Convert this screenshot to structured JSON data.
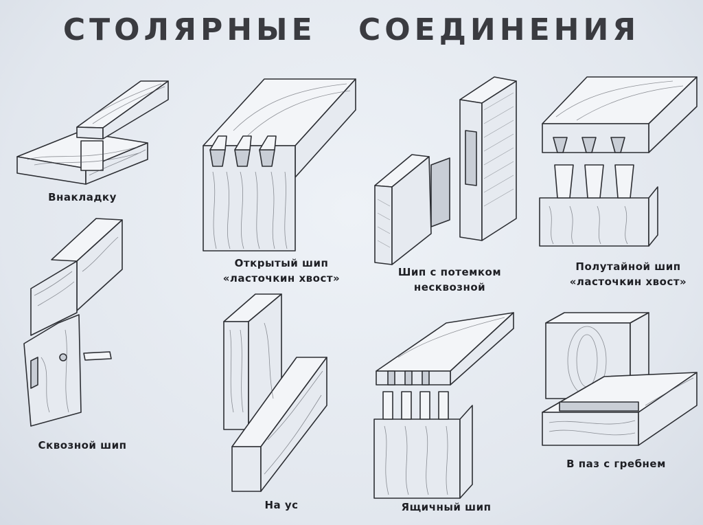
{
  "title": "СТОЛЯРНЫЕ   СОЕДИНЕНИЯ",
  "joints": [
    {
      "id": "overlap",
      "lines": [
        "Внакладку"
      ]
    },
    {
      "id": "open-dovetail",
      "lines": [
        "Открытый шип",
        "«ласточкин хвост»"
      ]
    },
    {
      "id": "blind-tenon",
      "lines": [
        "Шип с потемком",
        "несквозной"
      ]
    },
    {
      "id": "half-blind-dovetail",
      "lines": [
        "Полутайной шип",
        "«ласточкин хвост»"
      ]
    },
    {
      "id": "through-tenon",
      "lines": [
        "Сквозной шип"
      ]
    },
    {
      "id": "miter",
      "lines": [
        "На ус"
      ]
    },
    {
      "id": "box-joint",
      "lines": [
        "Ящичный шип"
      ]
    },
    {
      "id": "tongue-groove",
      "lines": [
        "В паз с гребнем"
      ]
    }
  ],
  "colors": {
    "paper": "#e3e8ef",
    "ink": "#2c2e33",
    "wood_face": "#f3f5f8"
  }
}
